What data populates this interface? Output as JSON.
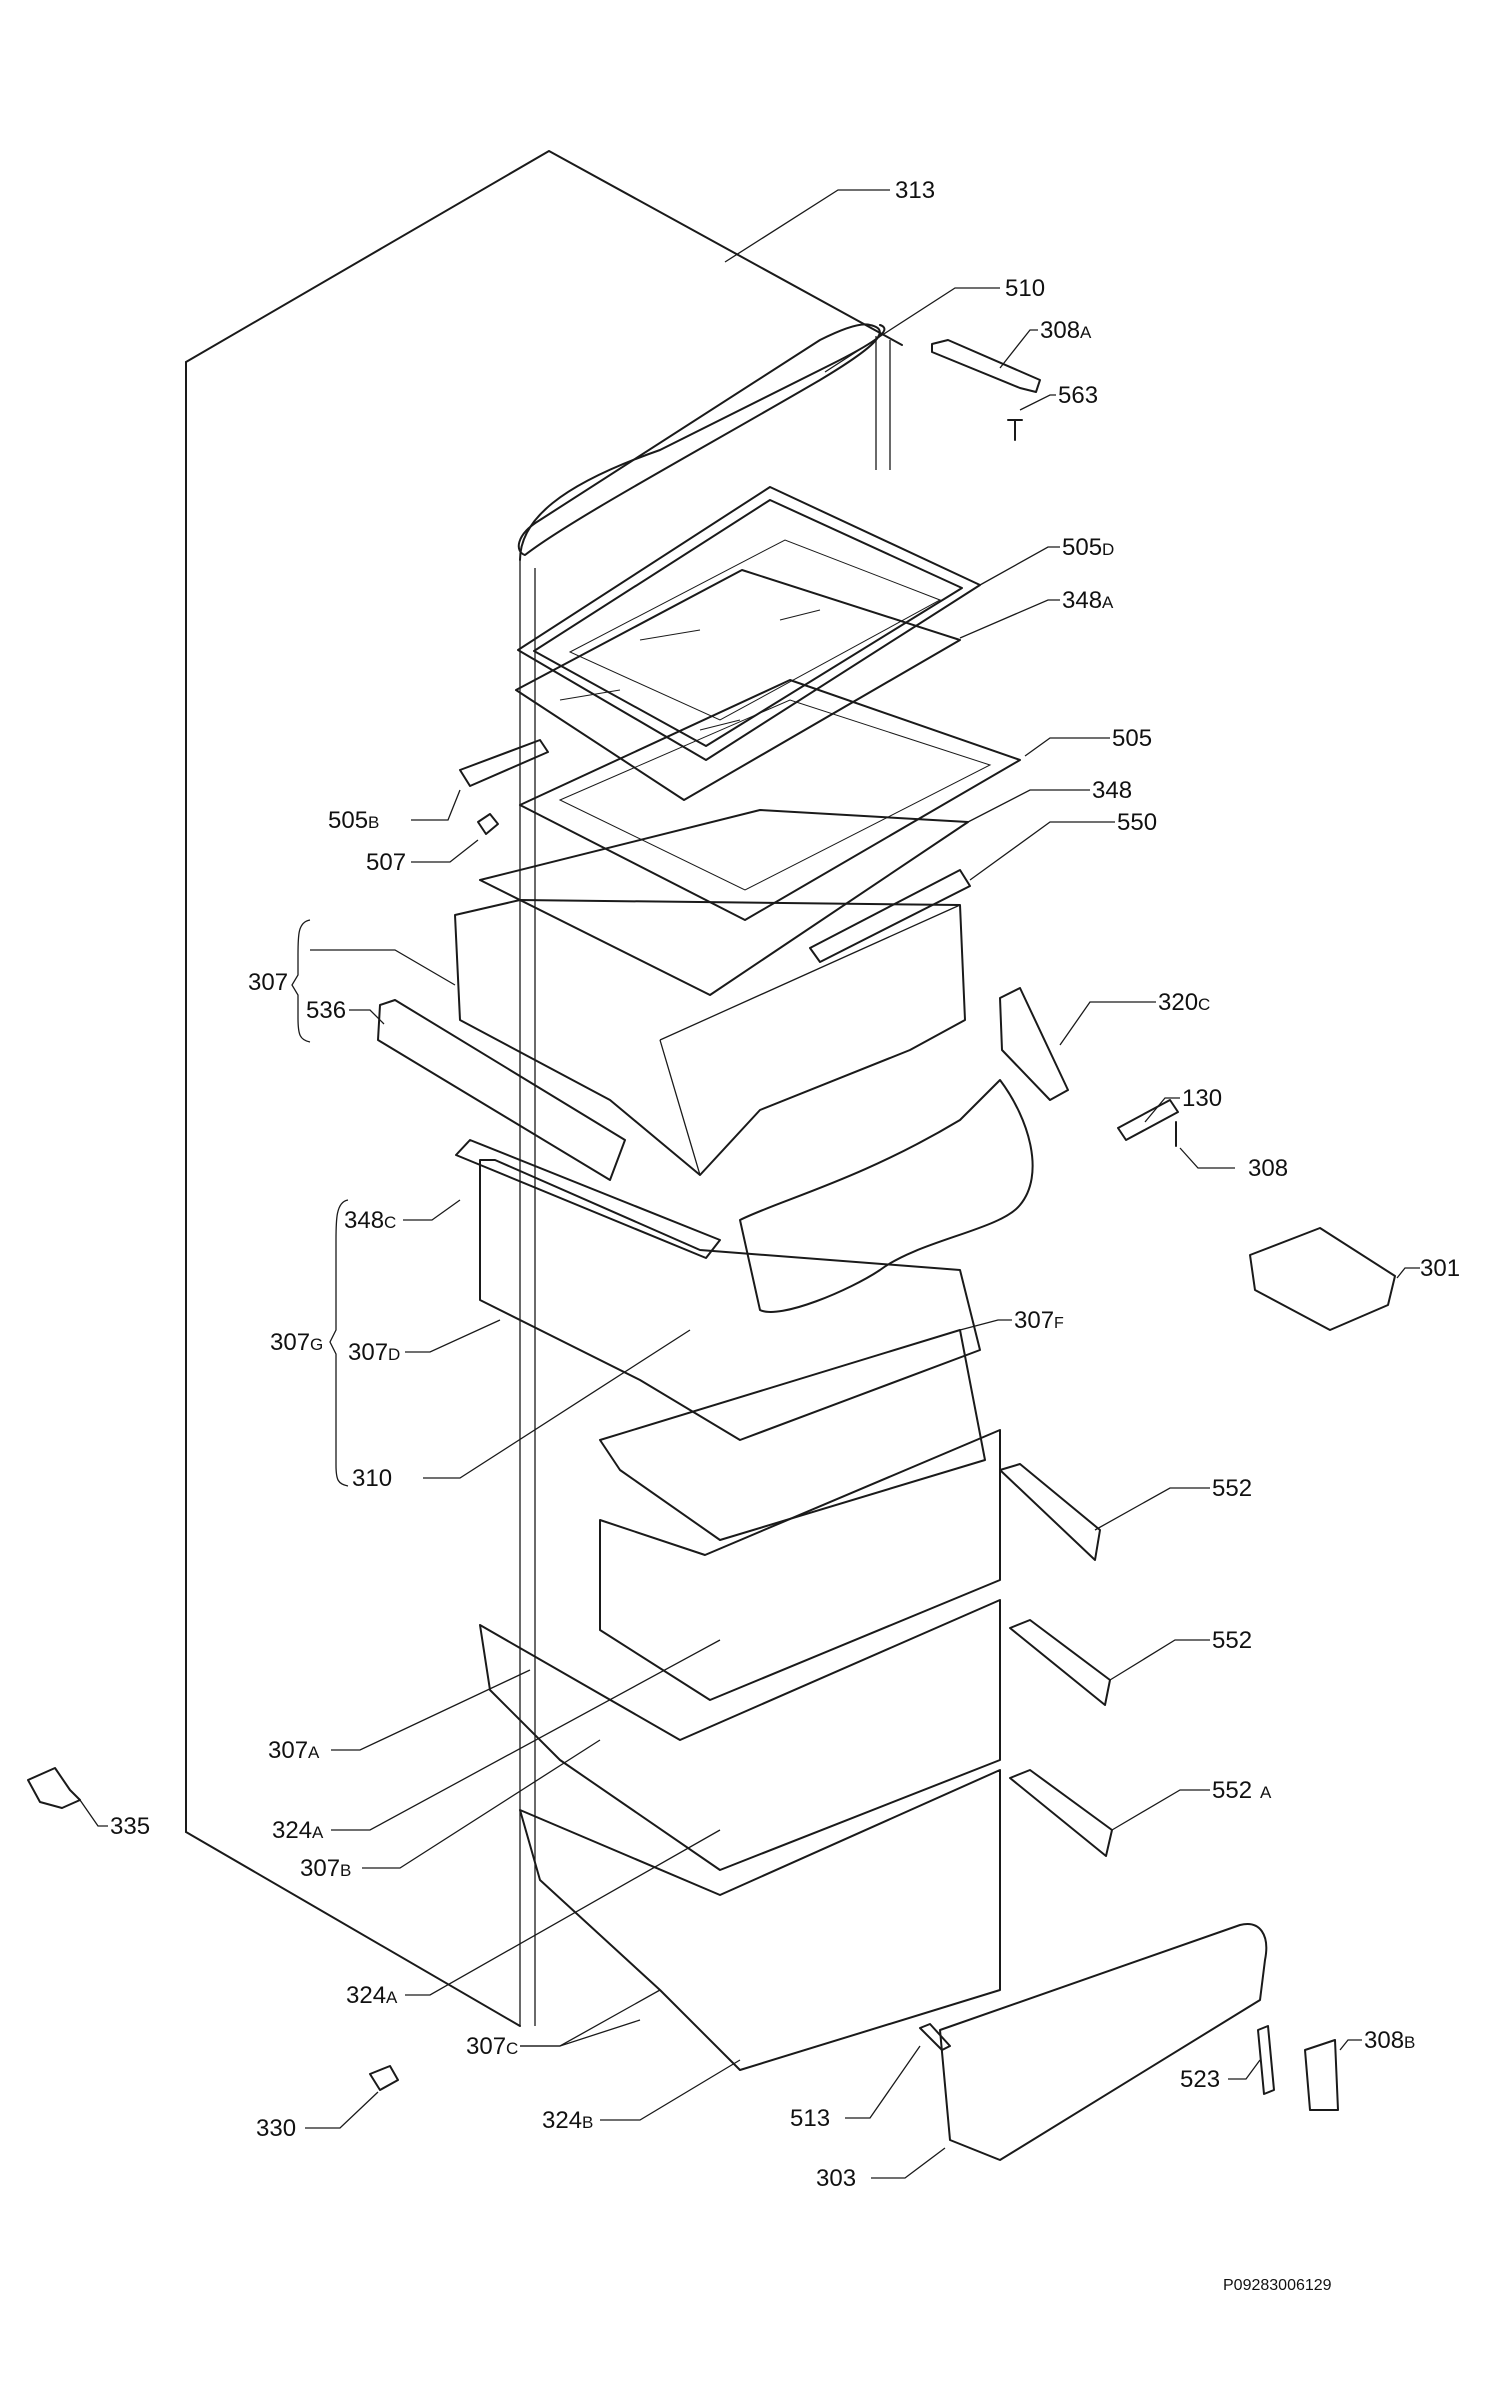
{
  "diagram": {
    "drawing_code": "P09283006129",
    "callouts": [
      {
        "id": "c313",
        "text": "313",
        "sub": ""
      },
      {
        "id": "c510",
        "text": "510",
        "sub": ""
      },
      {
        "id": "c308a",
        "text": "308",
        "sub": "A"
      },
      {
        "id": "c563",
        "text": "563",
        "sub": ""
      },
      {
        "id": "c505d",
        "text": "505",
        "sub": "D"
      },
      {
        "id": "c348a",
        "text": "348",
        "sub": "A"
      },
      {
        "id": "c505",
        "text": "505",
        "sub": ""
      },
      {
        "id": "c348",
        "text": "348",
        "sub": ""
      },
      {
        "id": "c550",
        "text": "550",
        "sub": ""
      },
      {
        "id": "c505b",
        "text": "505",
        "sub": "B"
      },
      {
        "id": "c507",
        "text": "507",
        "sub": ""
      },
      {
        "id": "c307",
        "text": "307",
        "sub": ""
      },
      {
        "id": "c536",
        "text": "536",
        "sub": ""
      },
      {
        "id": "c320c",
        "text": "320",
        "sub": "C"
      },
      {
        "id": "c130",
        "text": "130",
        "sub": ""
      },
      {
        "id": "c308",
        "text": "308",
        "sub": ""
      },
      {
        "id": "c301",
        "text": "301",
        "sub": ""
      },
      {
        "id": "c348c",
        "text": "348",
        "sub": "C"
      },
      {
        "id": "c307g",
        "text": "307",
        "sub": "G"
      },
      {
        "id": "c307d",
        "text": "307",
        "sub": "D"
      },
      {
        "id": "c307f",
        "text": "307",
        "sub": "F"
      },
      {
        "id": "c310",
        "text": "310",
        "sub": ""
      },
      {
        "id": "c552a1",
        "text": "552",
        "sub": ""
      },
      {
        "id": "c552a2",
        "text": "552",
        "sub": ""
      },
      {
        "id": "c552b",
        "text": "552",
        "sub": "A"
      },
      {
        "id": "c307a",
        "text": "307",
        "sub": "A"
      },
      {
        "id": "c335",
        "text": "335",
        "sub": ""
      },
      {
        "id": "c324a1",
        "text": "324",
        "sub": "A"
      },
      {
        "id": "c307b",
        "text": "307",
        "sub": "B"
      },
      {
        "id": "c324a2",
        "text": "324",
        "sub": "A"
      },
      {
        "id": "c307c",
        "text": "307",
        "sub": "C"
      },
      {
        "id": "c330",
        "text": "330",
        "sub": ""
      },
      {
        "id": "c324b",
        "text": "324",
        "sub": "B"
      },
      {
        "id": "c513",
        "text": "513",
        "sub": ""
      },
      {
        "id": "c523",
        "text": "523",
        "sub": ""
      },
      {
        "id": "c308b",
        "text": "308",
        "sub": "B"
      },
      {
        "id": "c303",
        "text": "303",
        "sub": ""
      }
    ]
  }
}
